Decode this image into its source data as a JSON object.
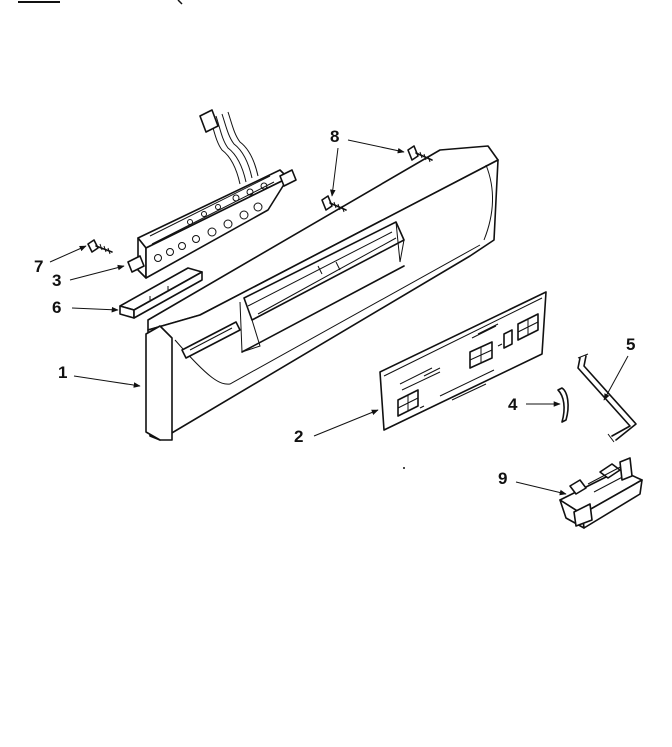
{
  "diagram": {
    "callouts": {
      "c1": "1",
      "c2": "2",
      "c3": "3",
      "c4": "4",
      "c5": "5",
      "c6": "6",
      "c7": "7",
      "c8": "8",
      "c9": "9"
    }
  }
}
